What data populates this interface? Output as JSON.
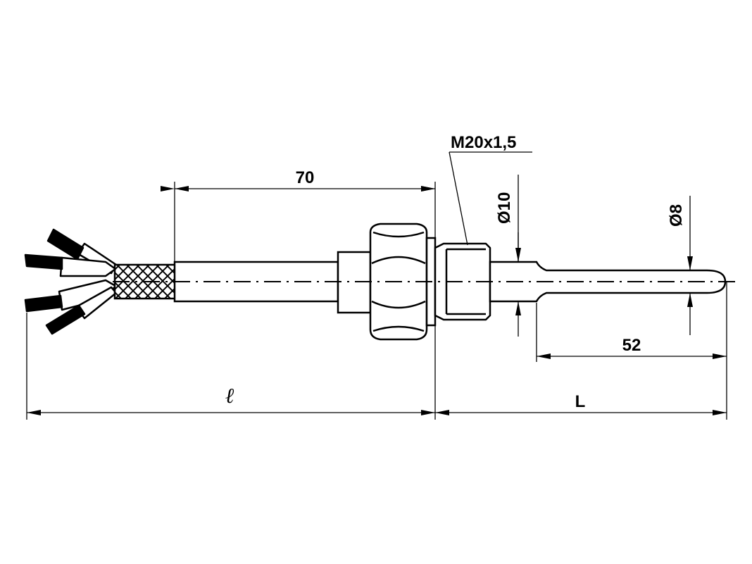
{
  "drawing": {
    "labels": {
      "thread": "M20x1,5",
      "length_70": "70",
      "diameter_10": "Ø10",
      "diameter_8": "Ø8",
      "length_52": "52",
      "length_ell": "ℓ",
      "length_L": "L"
    },
    "colors": {
      "line": "#000000",
      "background": "#ffffff"
    }
  }
}
